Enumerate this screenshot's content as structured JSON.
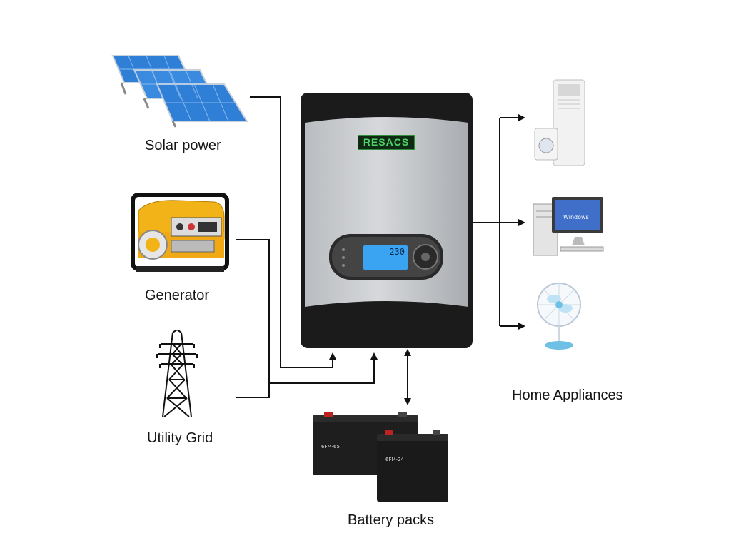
{
  "sources": {
    "solar": {
      "label": "Solar power",
      "icon": "solar-panels-icon"
    },
    "generator": {
      "label": "Generator",
      "icon": "generator-icon"
    },
    "grid": {
      "label": "Utility Grid",
      "icon": "power-tower-icon"
    }
  },
  "inverter": {
    "brand": "RESACS",
    "display_value": "230",
    "icon": "inverter-icon"
  },
  "battery": {
    "label": "Battery packs",
    "icon": "battery-icon",
    "large_model": "6FM-65",
    "small_model": "6FM-24"
  },
  "appliances": {
    "label": "Home Appliances",
    "items": [
      {
        "icon": "air-conditioner-icon"
      },
      {
        "icon": "computer-icon",
        "screen_text": "Windows"
      },
      {
        "icon": "fan-icon"
      }
    ]
  },
  "colors": {
    "panel_blue": "#2f7fd6",
    "generator_yellow": "#f2b318",
    "inverter_silver": "#c9ccd0",
    "inverter_dark": "#1b1b1b",
    "logo_green": "#2f8f3a",
    "lcd_blue": "#3aa3f2",
    "wire": "#111111"
  }
}
